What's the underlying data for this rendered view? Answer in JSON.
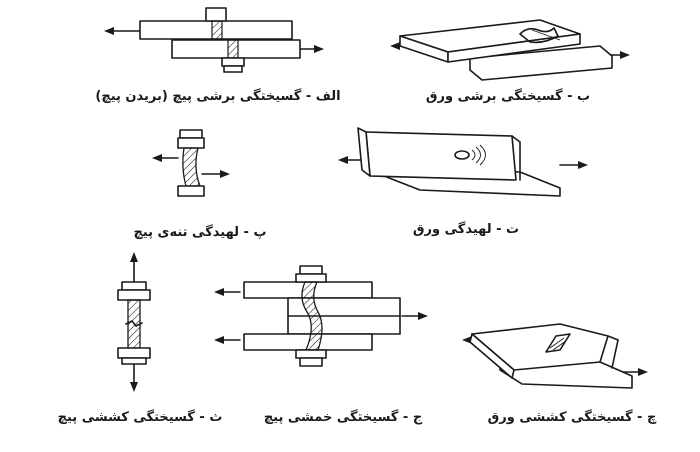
{
  "panels": {
    "alef": {
      "caption": "الف - گسیختگی برشی پیچ (بریدن پیچ)",
      "icon": "bolt-shear-failure-icon"
    },
    "be": {
      "caption": "ب - گسیختگی برشی ورق",
      "icon": "plate-shear-failure-icon"
    },
    "pe": {
      "caption": "پ - لهیدگی تنه‌ی پیچ",
      "icon": "bolt-bearing-failure-icon"
    },
    "te": {
      "caption": "ت - لهیدگی ورق",
      "icon": "plate-bearing-failure-icon"
    },
    "se": {
      "caption": "ث - گسیختگی کششی پیچ",
      "icon": "bolt-tension-failure-icon"
    },
    "jim": {
      "caption": "ج - گسیختگی خمشی پیچ",
      "icon": "bolt-bending-failure-icon"
    },
    "che": {
      "caption": "چ - گسیختگی کششی ورق",
      "icon": "plate-tension-failure-icon"
    }
  },
  "colors": {
    "ink": "#1a1a1a",
    "paper": "#ffffff"
  }
}
